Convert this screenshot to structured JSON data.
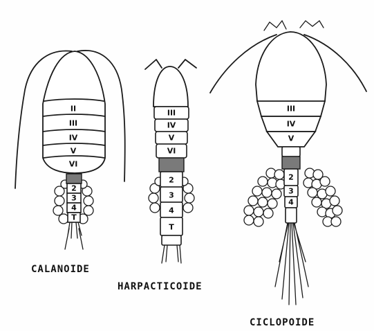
{
  "diagram": {
    "organisms": [
      {
        "id": "calanoide",
        "name": "CALANOIDE",
        "segment_labels": [
          "II",
          "III",
          "IV",
          "V",
          "VI"
        ],
        "urosome_labels": [
          "2",
          "3",
          "4",
          "T"
        ]
      },
      {
        "id": "harpacticoide",
        "name": "HARPACTICOIDE",
        "segment_labels": [
          "III",
          "IV",
          "V",
          "VI"
        ],
        "urosome_labels": [
          "2",
          "3",
          "4",
          "T"
        ]
      },
      {
        "id": "ciclopoide",
        "name": "CICLOPOIDE",
        "segment_labels": [
          "III",
          "IV",
          "V"
        ],
        "urosome_labels": [
          "2",
          "3",
          "4"
        ]
      }
    ],
    "colors": {
      "ink": "#1a1a1a",
      "background": "#fefefe"
    }
  }
}
